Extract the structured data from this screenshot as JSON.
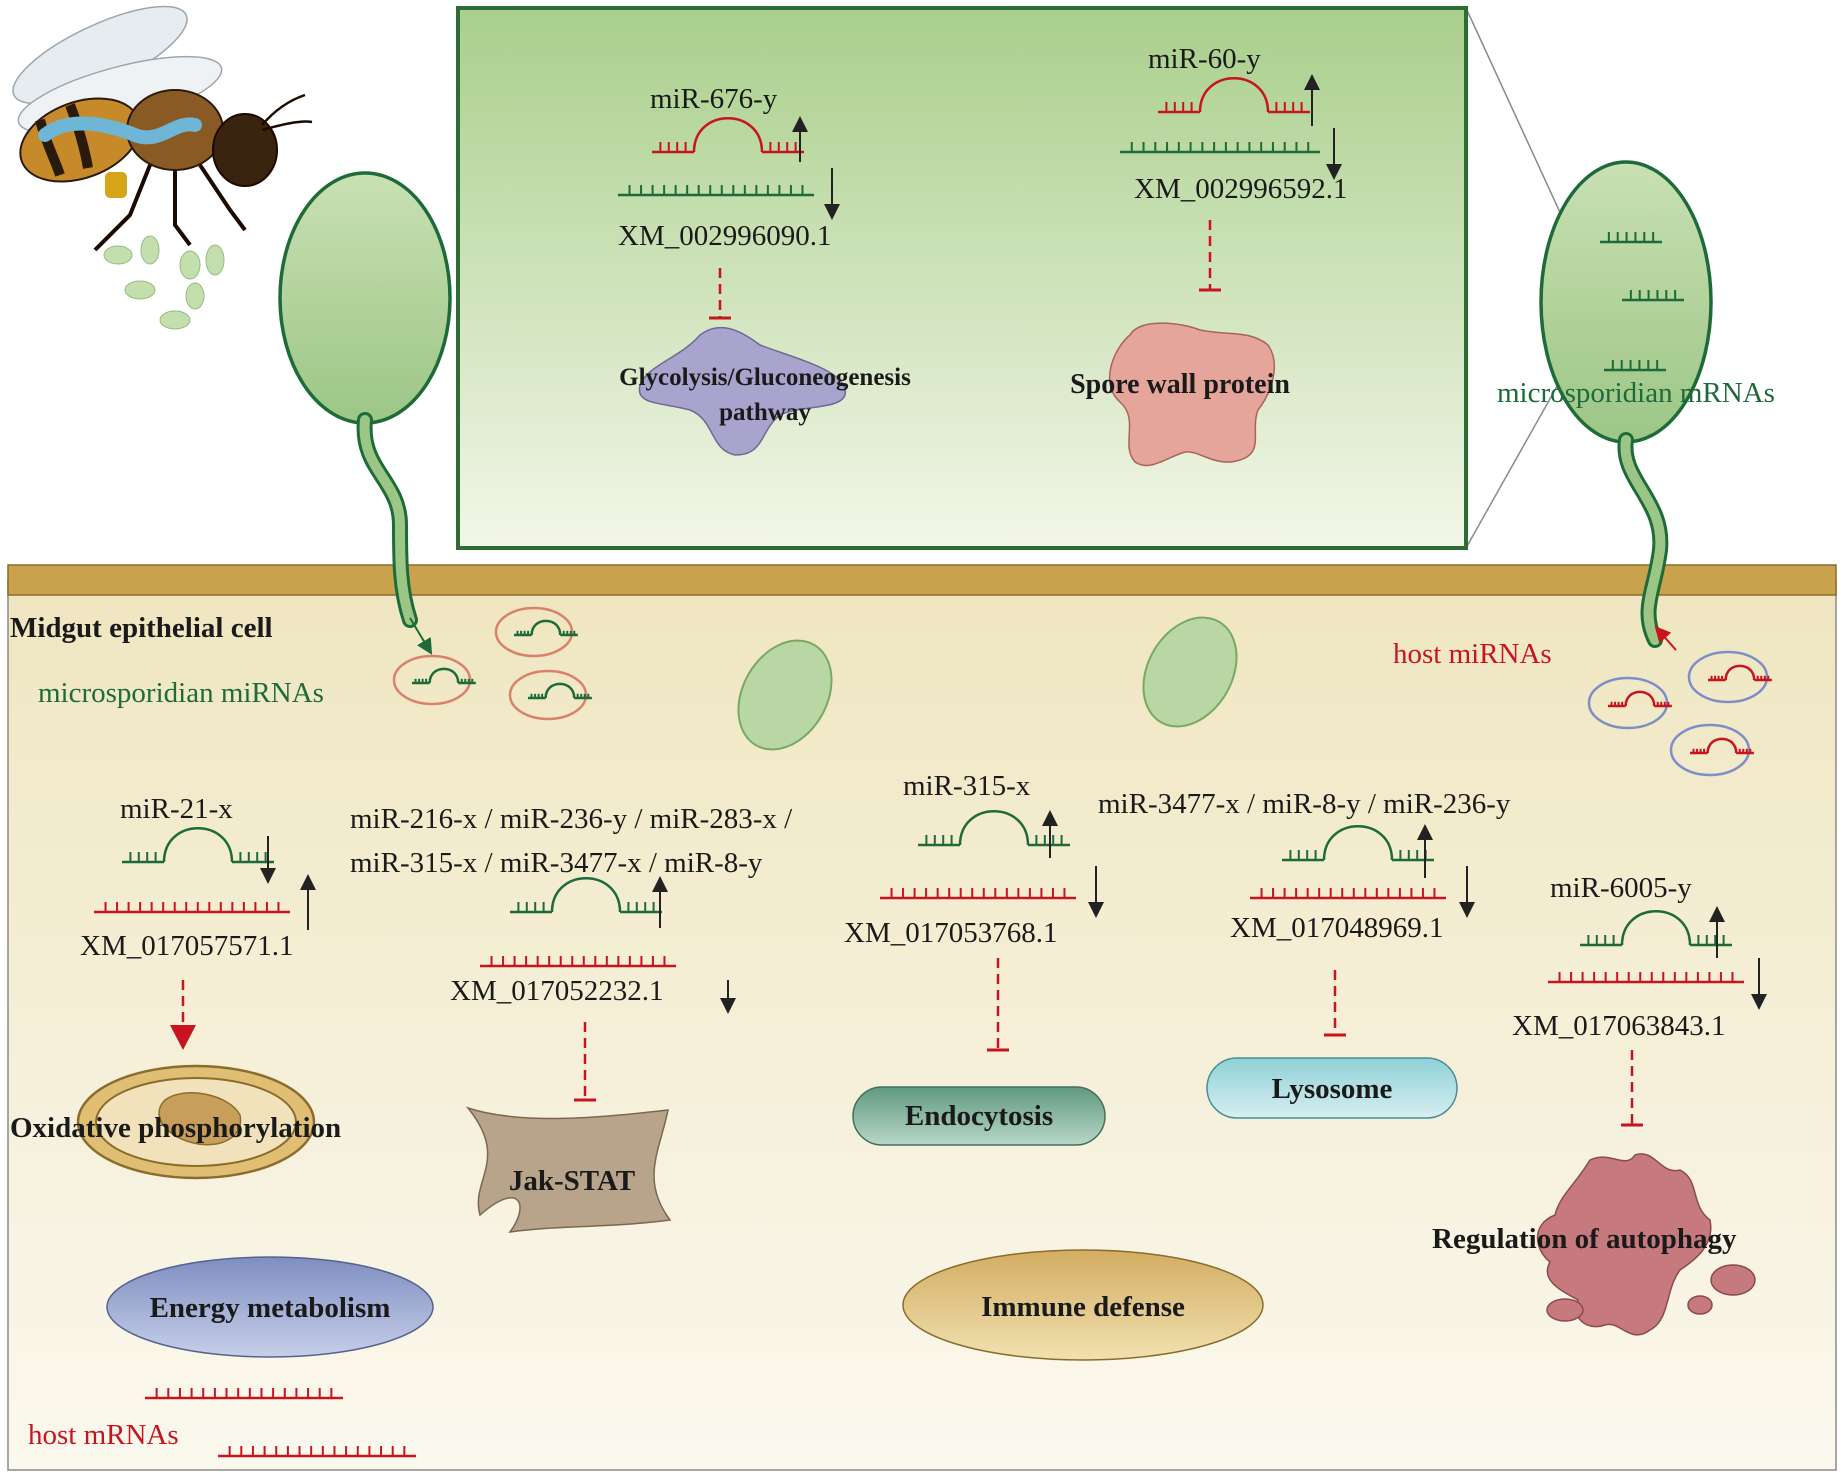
{
  "inset": {
    "left": {
      "mirna": "miR-676-y",
      "target": "XM_002996090.1",
      "pathway_line1": "Glycolysis/Gluconeogenesis",
      "pathway_line2": "pathway"
    },
    "right": {
      "mirna": "miR-60-y",
      "target": "XM_002996592.1",
      "pathway": "Spore wall protein"
    }
  },
  "spore_right_label": "microsporidian mRNAs",
  "cell_title": "Midgut epithelial cell",
  "microsporidian_mirnas_label": "microsporidian miRNAs",
  "host_mirnas_label": "host miRNAs",
  "host_mrnas_label": "host mRNAs",
  "modules": [
    {
      "mirna": "miR-21-x",
      "target": "XM_017057571.1",
      "pathway": "Oxidative phosphorylation"
    },
    {
      "mirna_line1": "miR-216-x / miR-236-y / miR-283-x /",
      "mirna_line2": "miR-315-x / miR-3477-x / miR-8-y",
      "target": "XM_017052232.1",
      "pathway": "Jak-STAT"
    },
    {
      "mirna": "miR-315-x",
      "target": "XM_017053768.1",
      "pathway": "Endocytosis"
    },
    {
      "mirna": "miR-3477-x / miR-8-y / miR-236-y",
      "target": "XM_017048969.1",
      "pathway": "Lysosome"
    },
    {
      "mirna": "miR-6005-y",
      "target": "XM_017063843.1",
      "pathway": "Regulation of autophagy"
    }
  ],
  "categories": {
    "energy": "Energy metabolism",
    "immune": "Immune defense"
  },
  "colors": {
    "green_strand": "#1e6b3a",
    "red_strand": "#c8141e",
    "inset_border": "#2e6b35",
    "membrane": "#c9a24e"
  }
}
